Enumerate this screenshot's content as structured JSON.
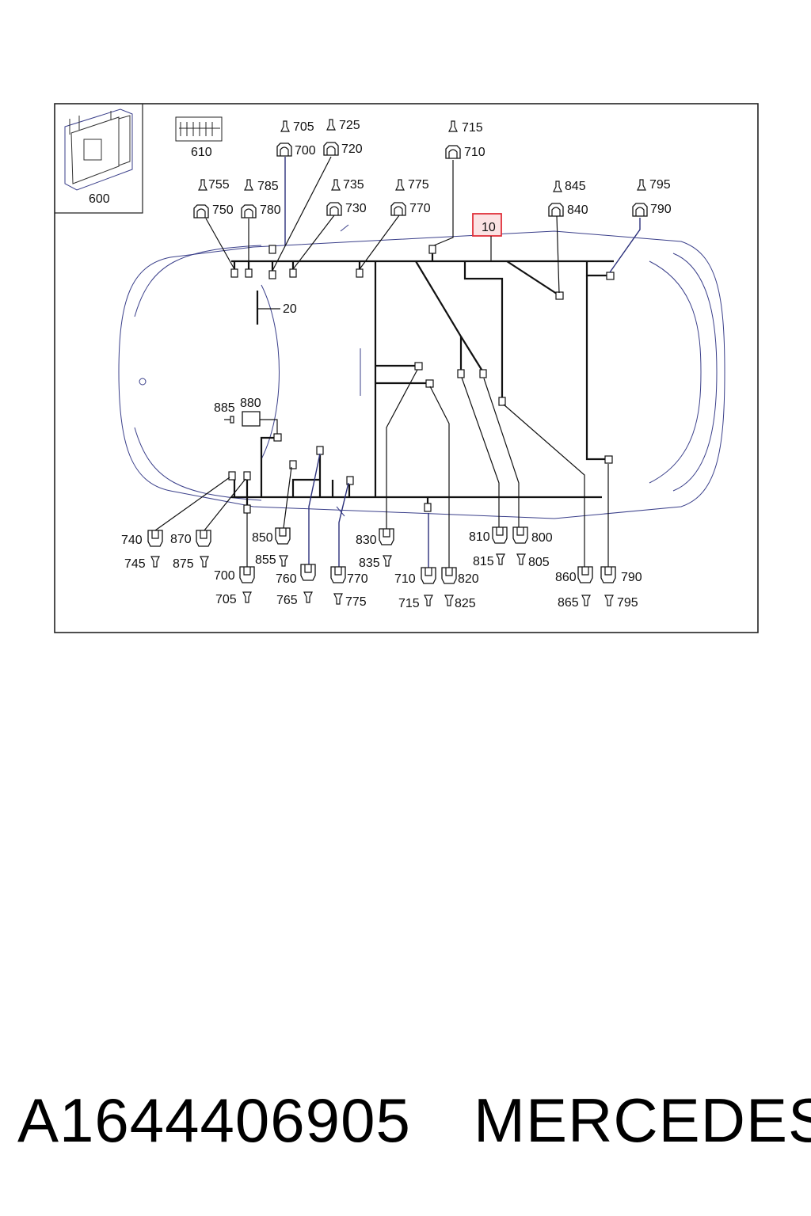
{
  "diagram": {
    "callouts": {
      "c600": "600",
      "c610": "610",
      "c10": "10",
      "c20": "20",
      "t705a": "705",
      "t725a": "725",
      "c700a": "700",
      "c720a": "720",
      "t715a": "715",
      "c710a": "710",
      "t755": "755",
      "t785": "785",
      "t735": "735",
      "t775a": "775",
      "c750": "750",
      "c780": "780",
      "c730": "730",
      "c770a": "770",
      "t845": "845",
      "t795a": "795",
      "c840": "840",
      "c790a": "790",
      "t885": "885",
      "c880": "880",
      "c740": "740",
      "t745": "745",
      "c870": "870",
      "t875": "875",
      "c850": "850",
      "t855": "855",
      "c700b": "700",
      "t705b": "705",
      "c760": "760",
      "t765": "765",
      "c770b": "770",
      "t775b": "775",
      "c830": "830",
      "t835": "835",
      "c710b": "710",
      "t715b": "715",
      "c820": "820",
      "t825": "825",
      "c810": "810",
      "t815": "815",
      "c800": "800",
      "t805": "805",
      "c860": "860",
      "t865": "865",
      "c790b": "790",
      "t795b": "795"
    },
    "highlight_color": "#e0303a"
  },
  "footer": {
    "part_number": "A1644406905",
    "brand": "MERCEDES"
  }
}
